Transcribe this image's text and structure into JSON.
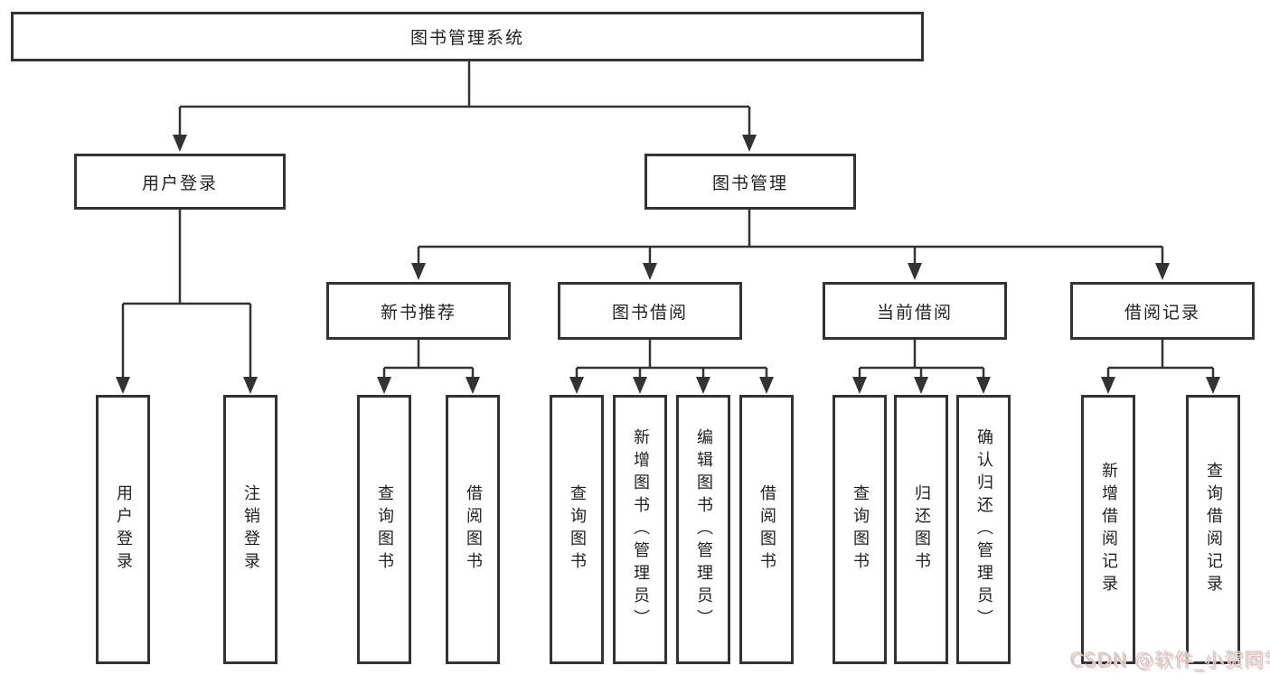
{
  "nodes": {
    "root": {
      "label": "图书管理系统"
    },
    "user_login": {
      "label": "用户登录"
    },
    "book_management": {
      "label": "图书管理"
    },
    "new_book_recommend": {
      "label": "新书推荐"
    },
    "book_borrow": {
      "label": "图书借阅"
    },
    "current_borrow": {
      "label": "当前借阅"
    },
    "borrow_records": {
      "label": "借阅记录"
    },
    "leaf_user_login": {
      "label": "用户登录"
    },
    "leaf_logout": {
      "label": "注销登录"
    },
    "leaf_query_book_recommend": {
      "label": "查询图书"
    },
    "leaf_borrow_book_recommend": {
      "label": "借阅图书"
    },
    "leaf_query_book_borrow": {
      "label": "查询图书"
    },
    "leaf_add_book": {
      "label": "新增图书（管理员）"
    },
    "leaf_edit_book": {
      "label": "编辑图书（管理员）"
    },
    "leaf_borrow_book": {
      "label": "借阅图书"
    },
    "leaf_query_book_current": {
      "label": "查询图书"
    },
    "leaf_return_book": {
      "label": "归还图书"
    },
    "leaf_confirm_return": {
      "label": "确认归还（管理员）"
    },
    "leaf_add_borrow_record": {
      "label": "新增借阅记录"
    },
    "leaf_query_borrow_record": {
      "label": "查询借阅记录"
    }
  },
  "hierarchy": {
    "图书管理系统": {
      "用户登录": [
        "用户登录",
        "注销登录"
      ],
      "图书管理": {
        "新书推荐": [
          "查询图书",
          "借阅图书"
        ],
        "图书借阅": [
          "查询图书",
          "新增图书（管理员）",
          "编辑图书（管理员）",
          "借阅图书"
        ],
        "当前借阅": [
          "查询图书",
          "归还图书",
          "确认归还（管理员）"
        ],
        "借阅记录": [
          "新增借阅记录",
          "查询借阅记录"
        ]
      }
    }
  },
  "watermark": {
    "text": "CSDN @软件_小贺同学"
  },
  "colors": {
    "line": "#333333",
    "box_border": "#333333",
    "text": "#222222",
    "background": "#ffffff",
    "watermark_gray": "#d0d0d0",
    "watermark_pink": "#f2bdbd"
  }
}
